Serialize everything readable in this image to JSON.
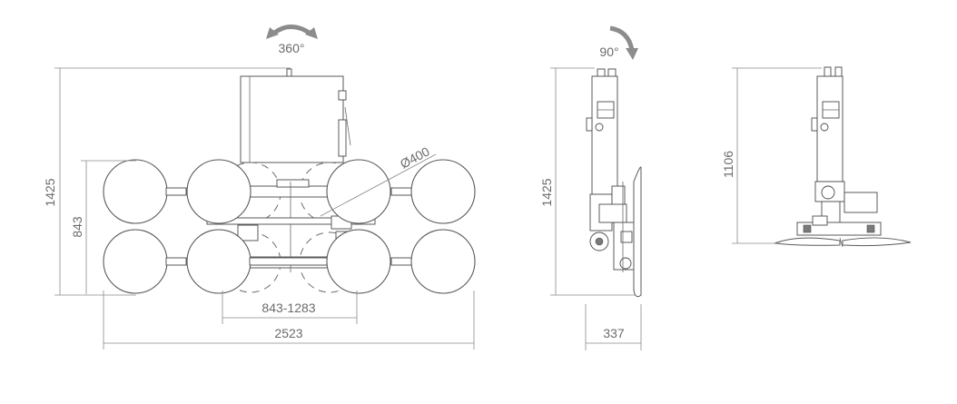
{
  "annotations": {
    "rotation_front": "360°",
    "rotation_side": "90°",
    "cup_diameter": "Ø400"
  },
  "dimensions": {
    "front_height": "1425",
    "front_cup_height": "843",
    "front_adjustable_width": "843-1283",
    "front_total_width": "2523",
    "side_height": "1425",
    "side_depth": "337",
    "rear_height": "1106"
  },
  "colors": {
    "line": "#5a5a5a",
    "dimension": "#8a8a8a",
    "arrow": "#8c8c8c",
    "text": "#6b6b6b"
  },
  "icons": [
    "rotate-360-arrow-icon",
    "rotate-90-arrow-icon"
  ]
}
